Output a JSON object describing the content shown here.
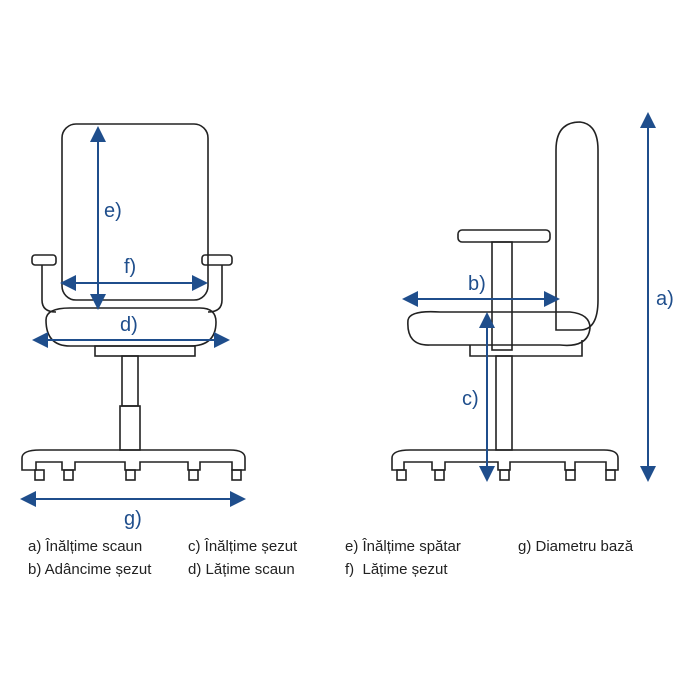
{
  "colors": {
    "arrow": "#1f4e8c",
    "outline": "#222222"
  },
  "labels": {
    "a": "a)",
    "b": "b)",
    "c": "c)",
    "d": "d)",
    "e": "e)",
    "f": "f)",
    "g": "g)"
  },
  "legend": [
    "a) Înălțime scaun",
    "c) Înălțime șezut",
    "e) Înălțime spătar",
    "g) Diametru bază",
    "b) Adâncime șezut",
    "d) Lățime scaun",
    "f)  Lățime șezut"
  ]
}
